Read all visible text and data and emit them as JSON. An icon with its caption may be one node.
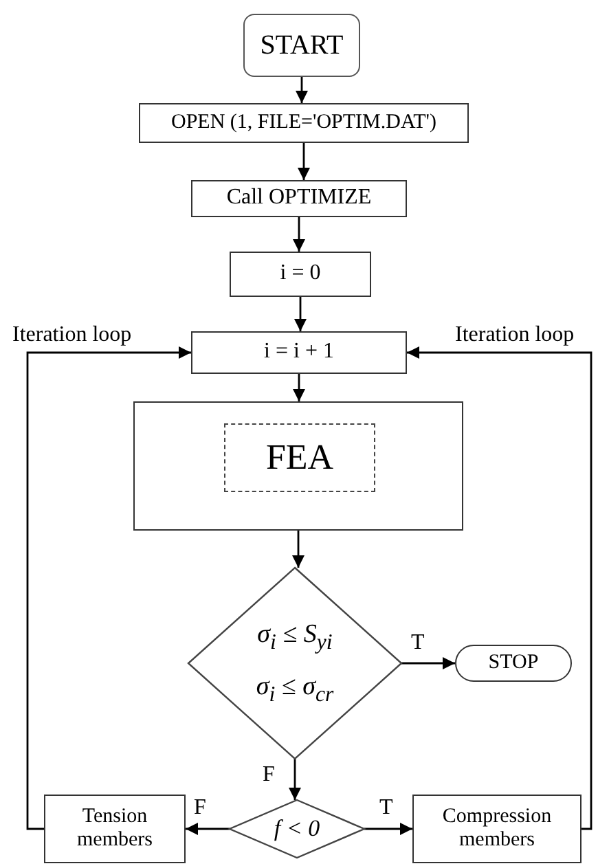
{
  "diagram": {
    "nodes": [
      {
        "text": [
          "START"
        ]
      },
      {
        "text": [
          "OPEN (1, FILE='OPTIM.DAT')"
        ]
      },
      {
        "text": [
          "Call OPTIMIZE"
        ]
      },
      {
        "text": [
          "i = 0"
        ]
      },
      {
        "text": [
          "i = i + 1"
        ]
      },
      {
        "text": [],
        "shape": "box"
      },
      {
        "text": [
          "FEA"
        ],
        "in": 5
      },
      {
        "text": [
          "σ$_{i}$ ≤ S$_{y}$$_{i}$",
          "σ$_{i}$ ≤ σ$_{cr}$"
        ]
      },
      {
        "text": [
          "STOP"
        ]
      },
      {
        "text": [
          "Tension members"
        ]
      },
      {
        "text": [
          "f < 0"
        ]
      },
      {
        "text": [
          "Compression members"
        ]
      }
    ],
    "edges": [
      {
        "from": 0,
        "to": 1,
        "arrow": "to"
      },
      {
        "from": 1,
        "to": 2,
        "arrow": "to"
      },
      {
        "from": 2,
        "to": 3,
        "arrow": "to"
      },
      {
        "from": 3,
        "to": 4,
        "arrow": "to"
      },
      {
        "from": 4,
        "to": 5,
        "arrow": "to"
      },
      {
        "from": 5,
        "to": 7,
        "arrow": "to"
      },
      {
        "from": 7,
        "to": 8,
        "arrow": "to",
        "label": "T"
      },
      {
        "from": 7,
        "to": 10,
        "arrow": "to",
        "label": "F"
      },
      {
        "from": 10,
        "to": 9,
        "arrow": "to",
        "label": "F"
      },
      {
        "from": 10,
        "to": 11,
        "arrow": "to",
        "label": "T"
      },
      {
        "from": 9,
        "to": 4,
        "arrow": "to",
        "label": "Iteration loop"
      },
      {
        "from": 11,
        "to": 4,
        "arrow": "to",
        "label": "Iteration loop"
      }
    ]
  }
}
